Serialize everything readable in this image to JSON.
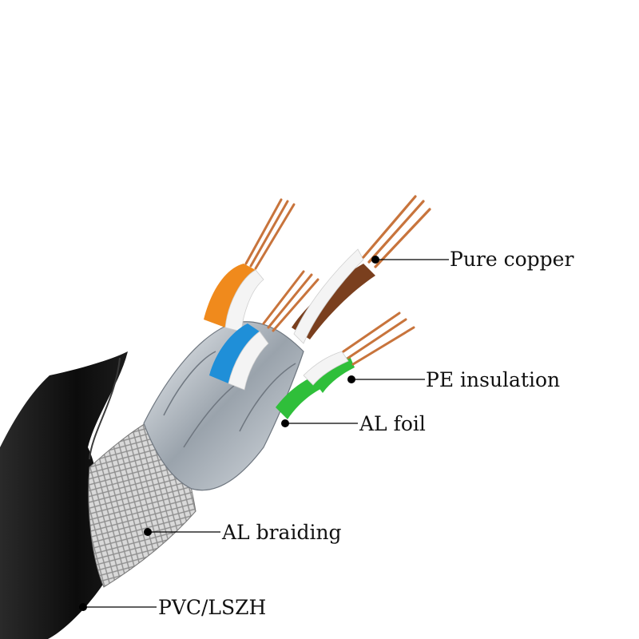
{
  "labels": {
    "pure_copper": "Pure copper",
    "pe_insulation": "PE insulation",
    "al_foil": "AL foil",
    "al_braiding": "AL braiding",
    "pvc_lszh": "PVC/LSZH"
  },
  "colors": {
    "background": "#ffffff",
    "jacket": "#111111",
    "braid": "#cfcfcf",
    "foil": "#b9bfc6",
    "copper": "#c8743c",
    "pair_orange": "#f08a1c",
    "pair_blue": "#1f8fd8",
    "pair_brown": "#7a3f1e",
    "pair_green": "#2fbf3a",
    "insulation_white": "#f4f4f4",
    "leader": "#000000"
  }
}
